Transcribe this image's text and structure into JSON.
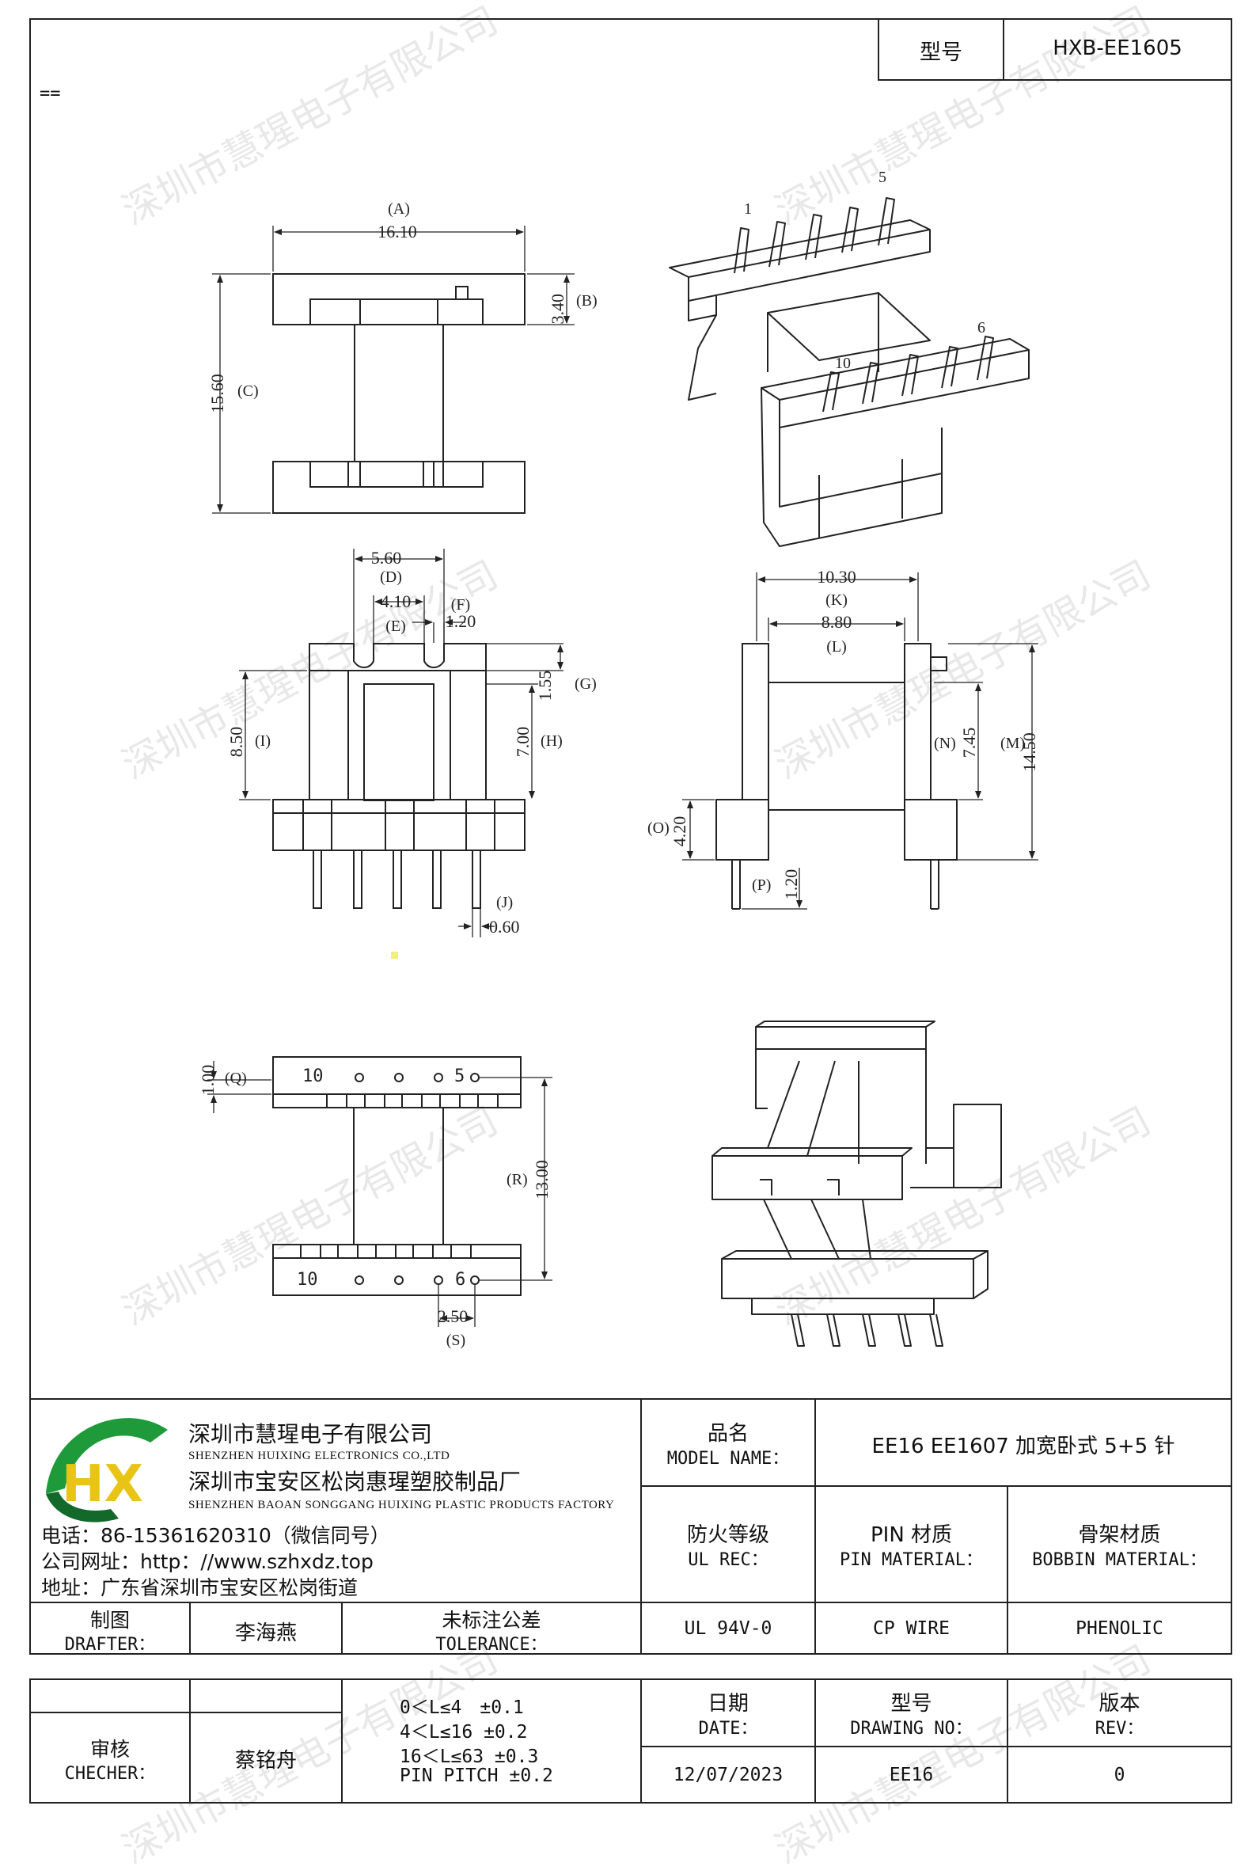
{
  "header": {
    "model_label": "型号",
    "model_value": "HXB-EE1605"
  },
  "page_marker": "==",
  "watermark": "深圳市慧瑆电子有限公司",
  "drawing": {
    "labels": {
      "A": "(A)",
      "B": "(B)",
      "C": "(C)",
      "D": "(D)",
      "E": "(E)",
      "F": "(F)",
      "G": "(G)",
      "H": "(H)",
      "I": "(I)",
      "J": "(J)",
      "K": "(K)",
      "L": "(L)",
      "M": "(M)",
      "N": "(N)",
      "O": "(O)",
      "P": "(P)",
      "Q": "(Q)",
      "R": "(R)",
      "S": "(S)"
    },
    "dims": {
      "A": "16.10",
      "B": "3.40",
      "C": "15.60",
      "D": "5.60",
      "E": "4.10",
      "F": "1.20",
      "G": "1.55",
      "H": "7.00",
      "I": "8.50",
      "J": "0.60",
      "K": "10.30",
      "L": "8.80",
      "M": "14.50",
      "N": "7.45",
      "O": "4.20",
      "P": "1.20",
      "Q": "1.00",
      "R": "13.00",
      "S": "2.50"
    },
    "pins": {
      "p1": "1",
      "p5": "5",
      "p6": "6",
      "p10": "10"
    },
    "bottom_pins_top": {
      "left": "10",
      "right": "5"
    },
    "bottom_pins_bottom": {
      "left": "10",
      "right": "6"
    }
  },
  "company": {
    "name_cn": "深圳市慧瑆电子有限公司",
    "name_en": "SHENZHEN HUIXING ELECTRONICS CO.,LTD",
    "factory_cn": "深圳市宝安区松岗惠瑆塑胶制品厂",
    "factory_en": "SHENZHEN BAOAN SONGGANG HUIXING PLASTIC PRODUCTS FACTORY",
    "phone": "电话：86-15361620310（微信同号）",
    "website": "公司网址：http：//www.szhxdz.top",
    "address": "地址：广东省深圳市宝安区松岗街道",
    "logo_text": "HX",
    "colors": {
      "logo_green": "#1f9a3a",
      "logo_yellow": "#e8c417",
      "logo_dark_green": "#12692a"
    }
  },
  "title_block": {
    "model_name_cn": "品名",
    "model_name_en": "MODEL NAME：",
    "model_name_value": "EE16 EE1607 加宽卧式 5+5 针",
    "ul_cn": "防火等级",
    "ul_en": "UL REC：",
    "pin_cn": "PIN 材质",
    "pin_en": "PIN MATERIAL：",
    "bobbin_cn": "骨架材质",
    "bobbin_en": "BOBBIN MATERIAL：",
    "ul_value": "UL 94V-0",
    "pin_value": "CP WIRE",
    "bobbin_value": "PHENOLIC",
    "drafter_cn": "制图",
    "drafter_en": "DRAFTER：",
    "drafter_name": "李海燕",
    "tolerance_cn": "未标注公差",
    "tolerance_en": "TOLERANCE："
  },
  "bottom_block": {
    "checker_cn": "审核",
    "checker_en": "CHECHER：",
    "checker_name": "蔡铭舟",
    "tolerances": [
      "0＜L≤4　±0.1",
      "4＜L≤16 ±0.2",
      "16＜L≤63 ±0.3",
      "PIN PITCH ±0.2"
    ],
    "date_cn": "日期",
    "date_en": "DATE：",
    "date_value": "12/07/2023",
    "drawing_no_cn": "型号",
    "drawing_no_en": "DRAWING NO：",
    "drawing_no_value": "EE16",
    "rev_cn": "版本",
    "rev_en": "REV：",
    "rev_value": "0"
  }
}
